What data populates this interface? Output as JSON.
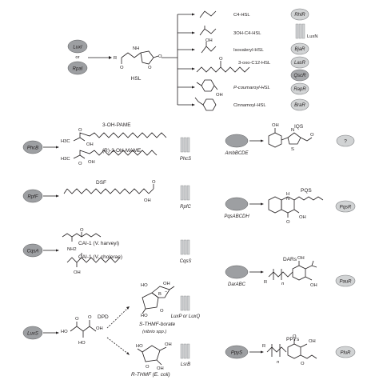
{
  "hsl_system": {
    "synthases": [
      "LuxI",
      "or",
      "RpaI"
    ],
    "core_label": "HSL",
    "core_atoms": {
      "nh": "NH",
      "r": "R",
      "o1": "O",
      "o2": "O",
      "o3": "O"
    },
    "signals": [
      {
        "name": "C4-HSL",
        "receptor": "RhlR"
      },
      {
        "name": "3OH-C4-HSL",
        "receptor": "LuxN"
      },
      {
        "name": "Isovaleryl-HSL",
        "receptor": "BjaR"
      },
      {
        "name": "3-oxo-C12-HSL",
        "receptor": "LasR",
        "receptor2": "QscR"
      },
      {
        "name": "P-coumaroyl-HSL",
        "receptor": "RapR"
      },
      {
        "name": "Cinnamoyl-HSL",
        "receptor": "BraR"
      }
    ],
    "atoms": {
      "oh": "OH",
      "o": "O"
    }
  },
  "pame": {
    "synthase": "PhcB",
    "receptor": "PhcS",
    "labels": [
      "3-OH-PAME",
      "(R)-3-OH-MAME"
    ],
    "atoms": {
      "h3c": "H3C",
      "o": "O",
      "oh": "OH"
    }
  },
  "dsf": {
    "synthase": "RpfF",
    "receptor": "RpfC",
    "label": "DSF",
    "atoms": {
      "oh": "OH",
      "o": "O"
    }
  },
  "cai": {
    "synthase": "CqsA",
    "receptor": "CqsS",
    "labels": [
      "CAI-1 (V. harveyi)",
      "CAI-1 (V. cholerae)"
    ],
    "atoms": {
      "nh2": "NH2",
      "oh": "OH",
      "o": "O"
    }
  },
  "ai2": {
    "synthase": "LuxS",
    "dpd_label": "DPD",
    "borate_label": "S-THMF-borate",
    "borate_sub": "(vibrio spp.)",
    "thmf_label": "R-THMF (E. coli)",
    "receptor_a": "LuxP or LuxQ",
    "receptor_b": "LsrB",
    "atoms": {
      "ho": "HO",
      "oh": "OH",
      "o": "O",
      "b": "B",
      "minus": "−"
    }
  },
  "iqs": {
    "synthase": "AmbBCDE",
    "label": "IQS",
    "receptor": "?",
    "atoms": {
      "oh": "OH",
      "n": "N",
      "s": "S",
      "o": "O"
    }
  },
  "pqs": {
    "synthase": "PqsABCDH",
    "label": "PQS",
    "receptor": "PqsR",
    "atoms": {
      "o": "O",
      "oh": "OH",
      "h": "H",
      "n": "N"
    }
  },
  "dar": {
    "synthase": "DarABC",
    "label": "DARs",
    "receptor": "PauR",
    "atoms": {
      "oh": "OH",
      "r": "R",
      "n": "n"
    }
  },
  "ppy": {
    "synthase": "PpyS",
    "label": "PPYs",
    "receptor": "PluR",
    "atoms": {
      "r": "R",
      "n": "n",
      "o": "O",
      "oh": "OH"
    }
  }
}
